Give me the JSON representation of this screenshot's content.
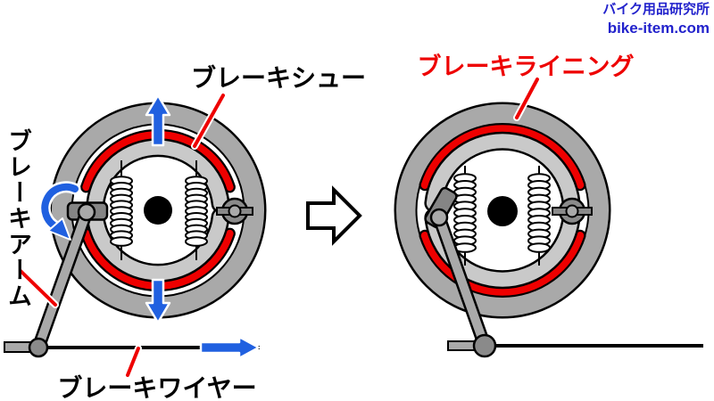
{
  "watermark": {
    "site_name": "バイク用品研究所",
    "site_url": "bike-item.com",
    "text_color": "#2222cc"
  },
  "labels": {
    "brake_shoe": "ブレーキシュー",
    "brake_lining": "ブレーキライニング",
    "brake_arm": "ブレーキアーム",
    "brake_wire": "ブレーキワイヤー"
  },
  "colors": {
    "lining_red": "#ee0000",
    "pointer_red": "#ee0000",
    "motion_arrow_blue": "#2060e0",
    "drum_gray": "#a9a9a9",
    "shoe_gray": "#c9c9c9",
    "cam_gray": "#858585",
    "pivot_gray": "#8a8a8a",
    "arm_gray": "#a9a9a9",
    "outline_black": "#000000"
  }
}
